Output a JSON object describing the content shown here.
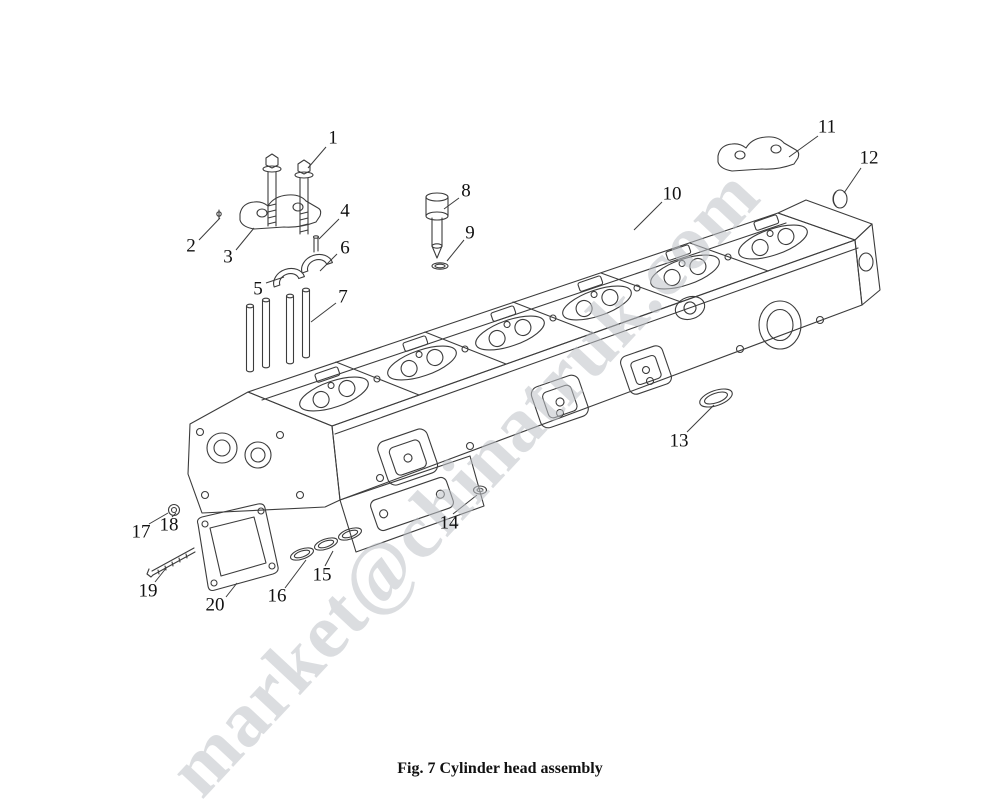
{
  "figure": {
    "number_label": "Fig. 7",
    "title": "Cylinder head assembly",
    "caption": "Fig. 7 Cylinder head assembly",
    "watermark": "market@chinatruk.com"
  },
  "colors": {
    "line": "#3c3c3c",
    "label": "#111111",
    "watermark": "#bfc3c8",
    "background": "#ffffff"
  },
  "callouts": [
    {
      "id": "1"
    },
    {
      "id": "2"
    },
    {
      "id": "3"
    },
    {
      "id": "4"
    },
    {
      "id": "5"
    },
    {
      "id": "6"
    },
    {
      "id": "7"
    },
    {
      "id": "8"
    },
    {
      "id": "9"
    },
    {
      "id": "10"
    },
    {
      "id": "11"
    },
    {
      "id": "12"
    },
    {
      "id": "13"
    },
    {
      "id": "14"
    },
    {
      "id": "15"
    },
    {
      "id": "16"
    },
    {
      "id": "17"
    },
    {
      "id": "18"
    },
    {
      "id": "19"
    },
    {
      "id": "20"
    }
  ]
}
